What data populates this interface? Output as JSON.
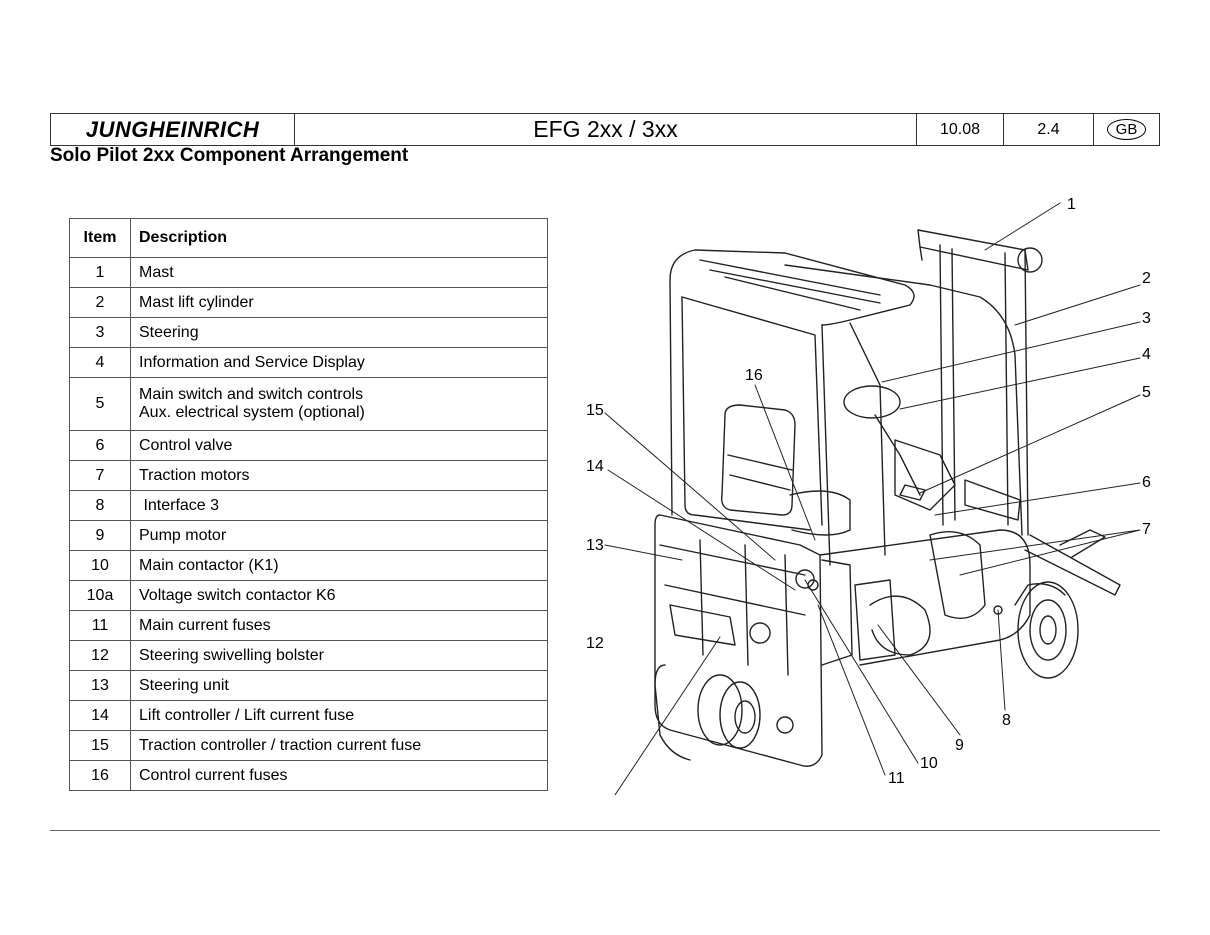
{
  "header": {
    "logo": "JUNGHEINRICH",
    "title": "EFG 2xx / 3xx",
    "date": "10.08",
    "page": "2.4",
    "lang": "GB"
  },
  "page_title": "Solo Pilot 2xx Component Arrangement",
  "table": {
    "col_item": "Item",
    "col_desc": "Description",
    "rows": [
      {
        "item": "1",
        "desc": "Mast"
      },
      {
        "item": "2",
        "desc": "Mast lift cylinder"
      },
      {
        "item": "3",
        "desc": "Steering"
      },
      {
        "item": "4",
        "desc": "Information and Service Display"
      },
      {
        "item": "5",
        "desc": "Main switch and switch controls",
        "desc2": "Aux. electrical system (optional)"
      },
      {
        "item": "6",
        "desc": "Control valve"
      },
      {
        "item": "7",
        "desc": "Traction motors"
      },
      {
        "item": "8",
        "desc": " Interface 3"
      },
      {
        "item": "9",
        "desc": "Pump motor"
      },
      {
        "item": "10",
        "desc": "Main contactor (K1)"
      },
      {
        "item": "10a",
        "desc": "Voltage switch contactor K6"
      },
      {
        "item": "11",
        "desc": "Main current fuses"
      },
      {
        "item": "12",
        "desc": "Steering swivelling bolster"
      },
      {
        "item": "13",
        "desc": "Steering unit"
      },
      {
        "item": "14",
        "desc": "Lift controller / Lift current fuse"
      },
      {
        "item": "15",
        "desc": "Traction controller / traction current fuse"
      },
      {
        "item": "16",
        "desc": "Control current fuses"
      }
    ]
  },
  "callouts": {
    "c1": "1",
    "c2": "2",
    "c3": "3",
    "c4": "4",
    "c5": "5",
    "c6": "6",
    "c7": "7",
    "c8": "8",
    "c9": "9",
    "c10": "10",
    "c11": "11",
    "c12": "12",
    "c13": "13",
    "c14": "14",
    "c15": "15",
    "c16": "16"
  }
}
